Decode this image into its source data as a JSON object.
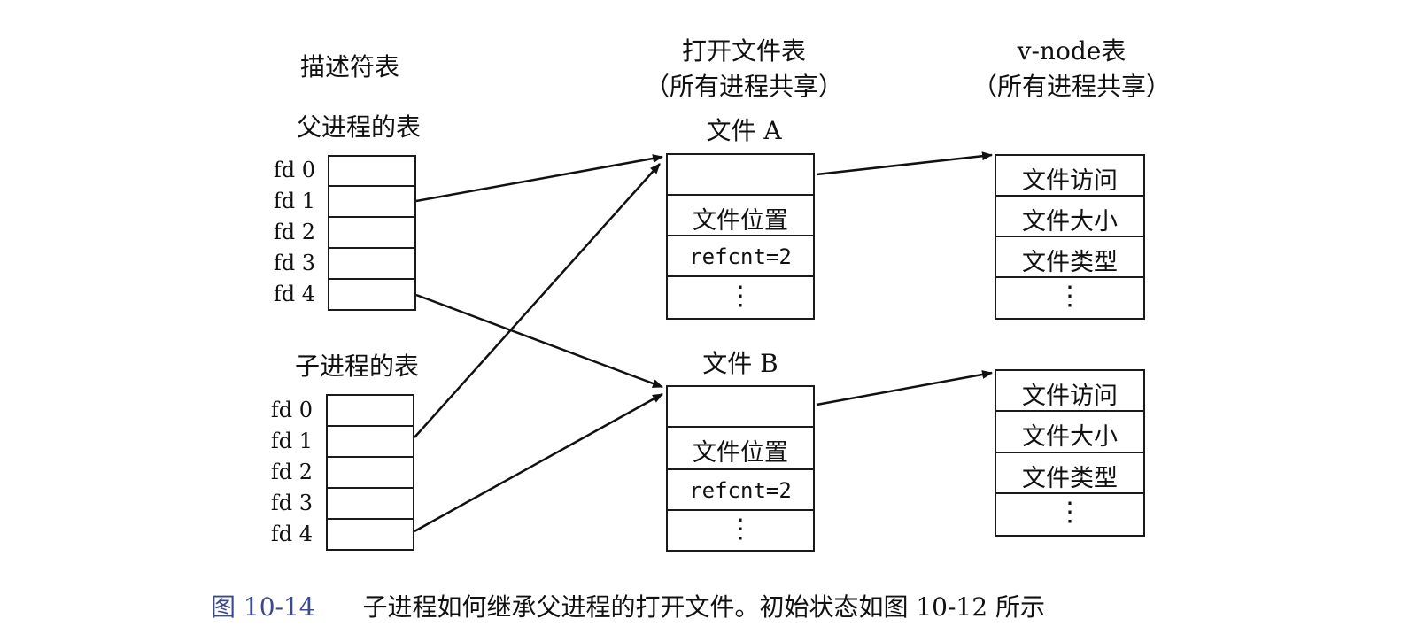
{
  "headings": {
    "descriptor_table": "描述符表",
    "open_file_table": "打开文件表",
    "open_file_shared": "（所有进程共享）",
    "vnode_table": "v-node表",
    "vnode_shared": "（所有进程共享）"
  },
  "parent": {
    "title": "父进程的表",
    "fds": [
      "fd 0",
      "fd 1",
      "fd 2",
      "fd 3",
      "fd 4"
    ]
  },
  "child": {
    "title": "子进程的表",
    "fds": [
      "fd 0",
      "fd 1",
      "fd 2",
      "fd 3",
      "fd 4"
    ]
  },
  "file_a": {
    "title": "文件 A",
    "rows": [
      "",
      "文件位置",
      "refcnt=2",
      "⋮"
    ]
  },
  "file_b": {
    "title": "文件 B",
    "rows": [
      "",
      "文件位置",
      "refcnt=2",
      "⋮"
    ]
  },
  "vnode_a": {
    "rows": [
      "文件访问",
      "文件大小",
      "文件类型",
      "⋮"
    ]
  },
  "vnode_b": {
    "rows": [
      "文件访问",
      "文件大小",
      "文件类型",
      "⋮"
    ]
  },
  "caption": {
    "number": "图 10-14",
    "text": "子进程如何继承父进程的打开文件。初始状态如图 10-12 所示"
  },
  "colors": {
    "ink": "#111111",
    "caption_number": "#3a4a8a"
  }
}
